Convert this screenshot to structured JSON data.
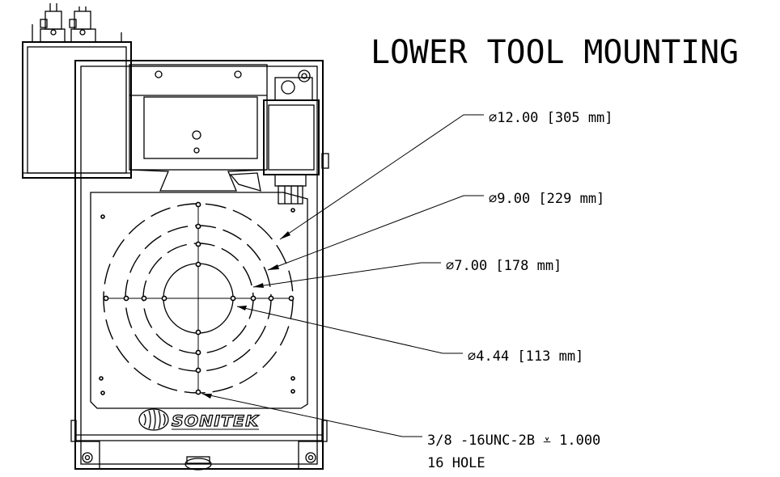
{
  "title": "LOWER TOOL MOUNTING",
  "logo": {
    "text": "SONITEK"
  },
  "callouts": [
    {
      "id": "d12",
      "label": "∅12.00 [305 mm]"
    },
    {
      "id": "d9",
      "label": "∅9.00 [229 mm]"
    },
    {
      "id": "d7",
      "label": "∅7.00 [178 mm]"
    },
    {
      "id": "d444",
      "label": "∅4.44 [113 mm]"
    },
    {
      "id": "thread",
      "label": "3/8 -16UNC-2B ⩡ 1.000",
      "label2": "16 HOLE"
    }
  ],
  "bolt_circles": [
    {
      "diameter_in": 12.0,
      "diameter_mm": 305
    },
    {
      "diameter_in": 9.0,
      "diameter_mm": 229
    },
    {
      "diameter_in": 7.0,
      "diameter_mm": 178
    },
    {
      "diameter_in": 4.44,
      "diameter_mm": 113
    }
  ],
  "colors": {
    "line": "#000000",
    "background": "#ffffff"
  }
}
